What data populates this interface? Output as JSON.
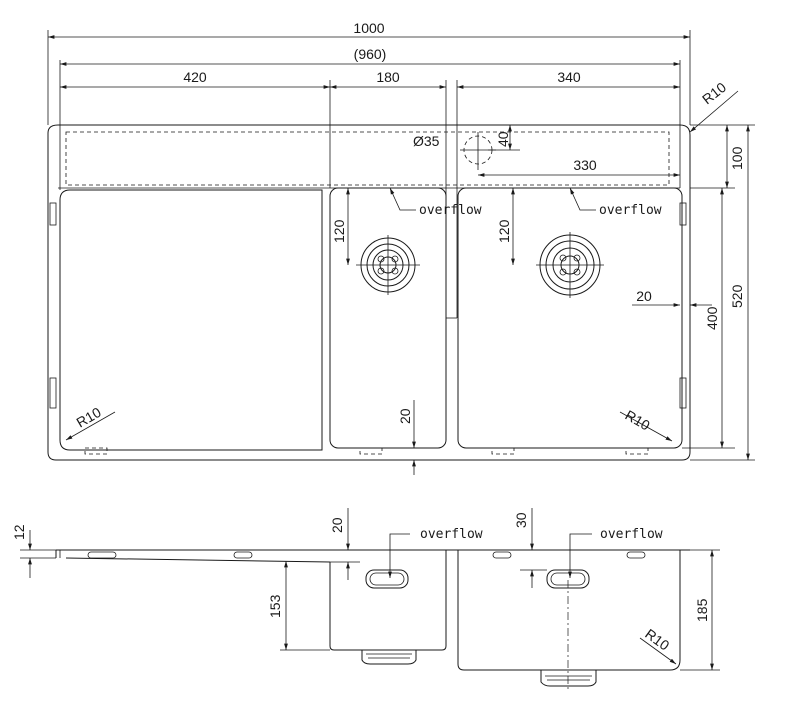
{
  "top_view": {
    "overall_width": "1000",
    "inner_width": "(960)",
    "section_left": "420",
    "section_mid": "180",
    "section_right": "340",
    "corner_radius": "R10",
    "tap_hole_diameter": "Ø35",
    "tap_hole_offset": "40",
    "tap_hole_to_edge": "330",
    "deck_depth": "100",
    "overall_depth": "520",
    "bowl_depth": "400",
    "drain_offset_small": "120",
    "drain_offset_large": "120",
    "bowl_side_gap": "20",
    "bowl_bottom_gap": "20",
    "overflow_label": "overflow",
    "radius_bl": "R10",
    "radius_br": "R10"
  },
  "side_view": {
    "rim_thickness": "12",
    "overflow_small_offset": "20",
    "overflow_large_offset": "30",
    "overflow_label": "overflow",
    "small_bowl_depth": "153",
    "large_bowl_depth": "185",
    "radius": "R10"
  }
}
